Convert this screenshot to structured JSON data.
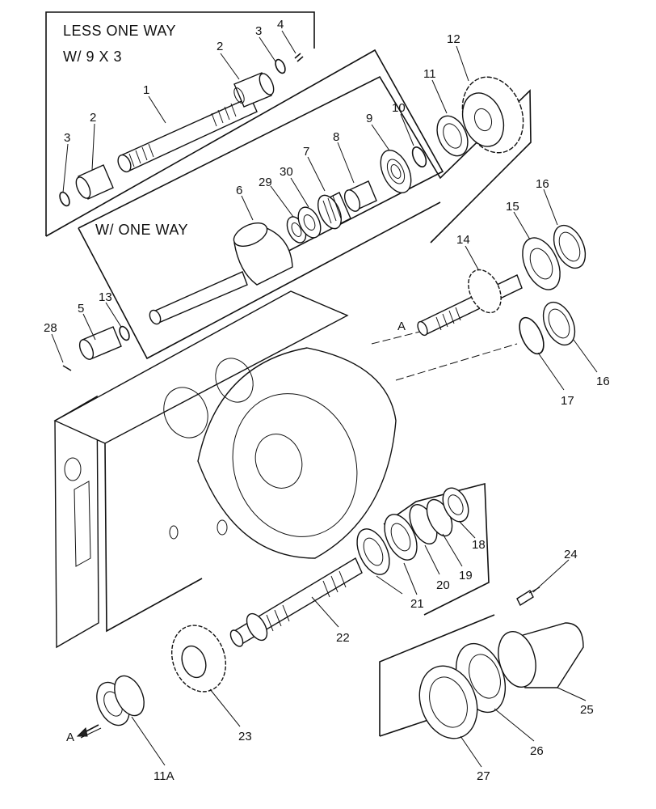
{
  "boxes": {
    "less_one_way_line1": "LESS ONE WAY",
    "less_one_way_line2": "W/ 9 X 3",
    "with_one_way": "W/ ONE WAY"
  },
  "reference_marks": {
    "a_upper": "A",
    "a_lower": "A"
  },
  "callouts": {
    "c1": "1",
    "c2a": "2",
    "c2b": "2",
    "c3a": "3",
    "c3b": "3",
    "c4": "4",
    "c5": "5",
    "c6": "6",
    "c7": "7",
    "c8": "8",
    "c9": "9",
    "c10": "10",
    "c11": "11",
    "c11a": "11A",
    "c12": "12",
    "c13": "13",
    "c14": "14",
    "c15": "15",
    "c16a": "16",
    "c16b": "16",
    "c17": "17",
    "c18": "18",
    "c19": "19",
    "c20": "20",
    "c21": "21",
    "c22": "22",
    "c23": "23",
    "c24": "24",
    "c25": "25",
    "c26": "26",
    "c27": "27",
    "c28": "28",
    "c29": "29",
    "c30": "30"
  }
}
